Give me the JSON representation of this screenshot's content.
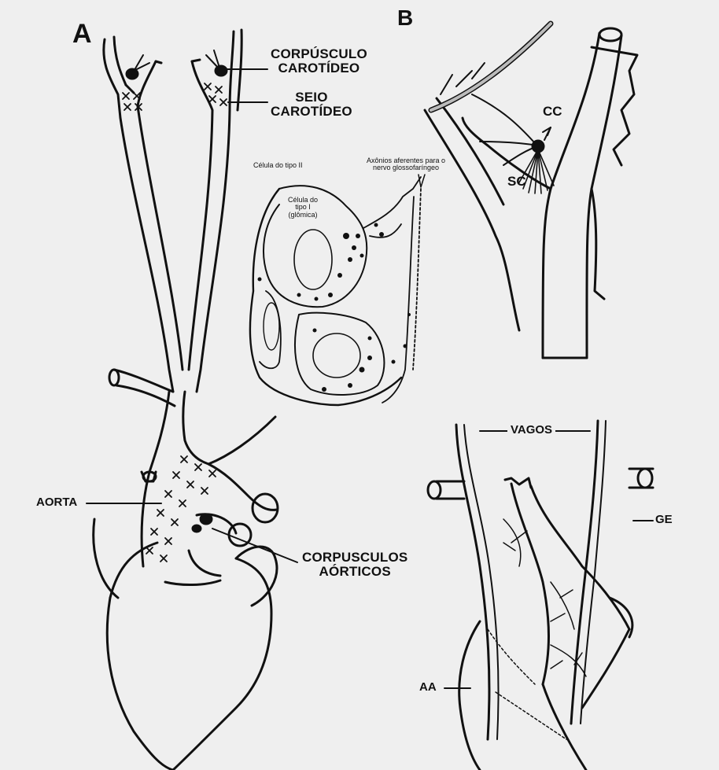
{
  "panels": {
    "a_letter": "A",
    "b_letter": "B"
  },
  "labels_a": {
    "carotid_body": "CORPÚSCULO\nCAROTÍDEO",
    "carotid_sinus": "SEIO\nCAROTÍDEO",
    "aorta": "AORTA",
    "aortic_bodies": "CORPUSCULOS\nAÓRTICOS"
  },
  "inset": {
    "type2_cell": "Célula do tipo II",
    "type1_cell": "Célula do\ntipo I\n(glômica)",
    "afferent_axons": "Axônios aferentes para o\nnervo glossofaríngeo"
  },
  "labels_b": {
    "cc": "CC",
    "sc": "SC"
  },
  "labels_lower_right": {
    "vagos": "VAGOS",
    "ge": "GE",
    "aa": "AA"
  },
  "colors": {
    "background": "#efefef",
    "ink": "#111111"
  }
}
